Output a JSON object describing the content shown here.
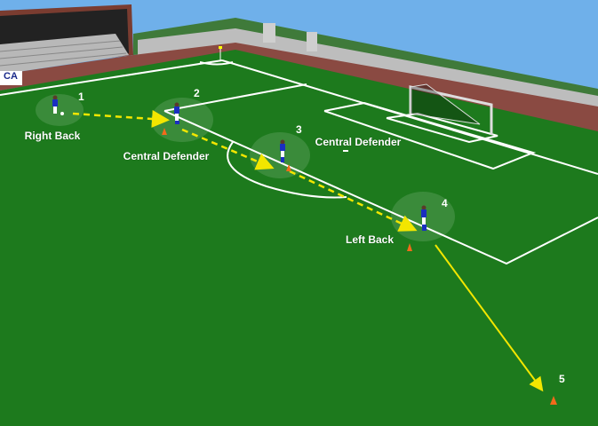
{
  "diagram": {
    "banner_text": "CA",
    "players": [
      {
        "number": "1",
        "label": "Right Back"
      },
      {
        "number": "2",
        "label": "Central Defender"
      },
      {
        "number": "3",
        "label": "Central Defender"
      },
      {
        "number": "4",
        "label": "Left Back"
      },
      {
        "number": "5"
      }
    ],
    "colors": {
      "sky": "#6fb0ea",
      "pitch": "#1d7a1d",
      "pass_line": "#f2e600",
      "kit_shirt": "#1a2fc0",
      "cone": "#f26a1b"
    }
  }
}
